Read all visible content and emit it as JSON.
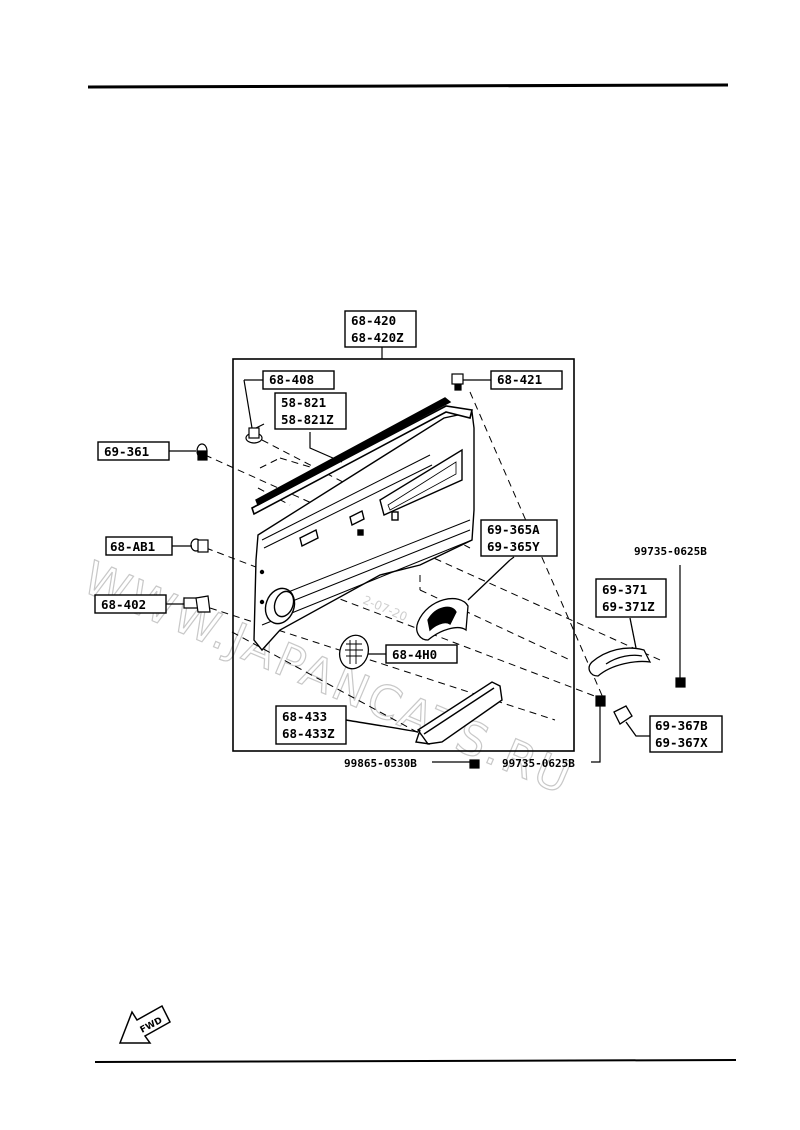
{
  "callouts": {
    "door_trim": [
      "68-420",
      "68-420Z"
    ],
    "clip_68_408": "68-408",
    "weatherstrip": [
      "58-821",
      "58-821Z"
    ],
    "clip_68_421": "68-421",
    "clip_69_361": "69-361",
    "clip_68_ab1": "68-AB1",
    "clip_68_402": "68-402",
    "handle_bezel": [
      "69-365A",
      "69-365Y"
    ],
    "pull_handle": [
      "69-371",
      "69-371Z"
    ],
    "screw_99735_top": "99735-0625B",
    "cover_68_4h0": "68-4H0",
    "armrest": [
      "68-433",
      "68-433Z"
    ],
    "cap_69_367": [
      "69-367B",
      "69-367X"
    ],
    "screw_99865": "99865-0530B",
    "screw_99735_bottom": "99735-0625B"
  },
  "watermark": {
    "text": "WWW.JAPANCATS.RU",
    "date": "2-07-20"
  },
  "fwd_label": "FWD",
  "colors": {
    "ink": "#000000",
    "watermark": "#c8c8c8",
    "background": "#ffffff"
  }
}
